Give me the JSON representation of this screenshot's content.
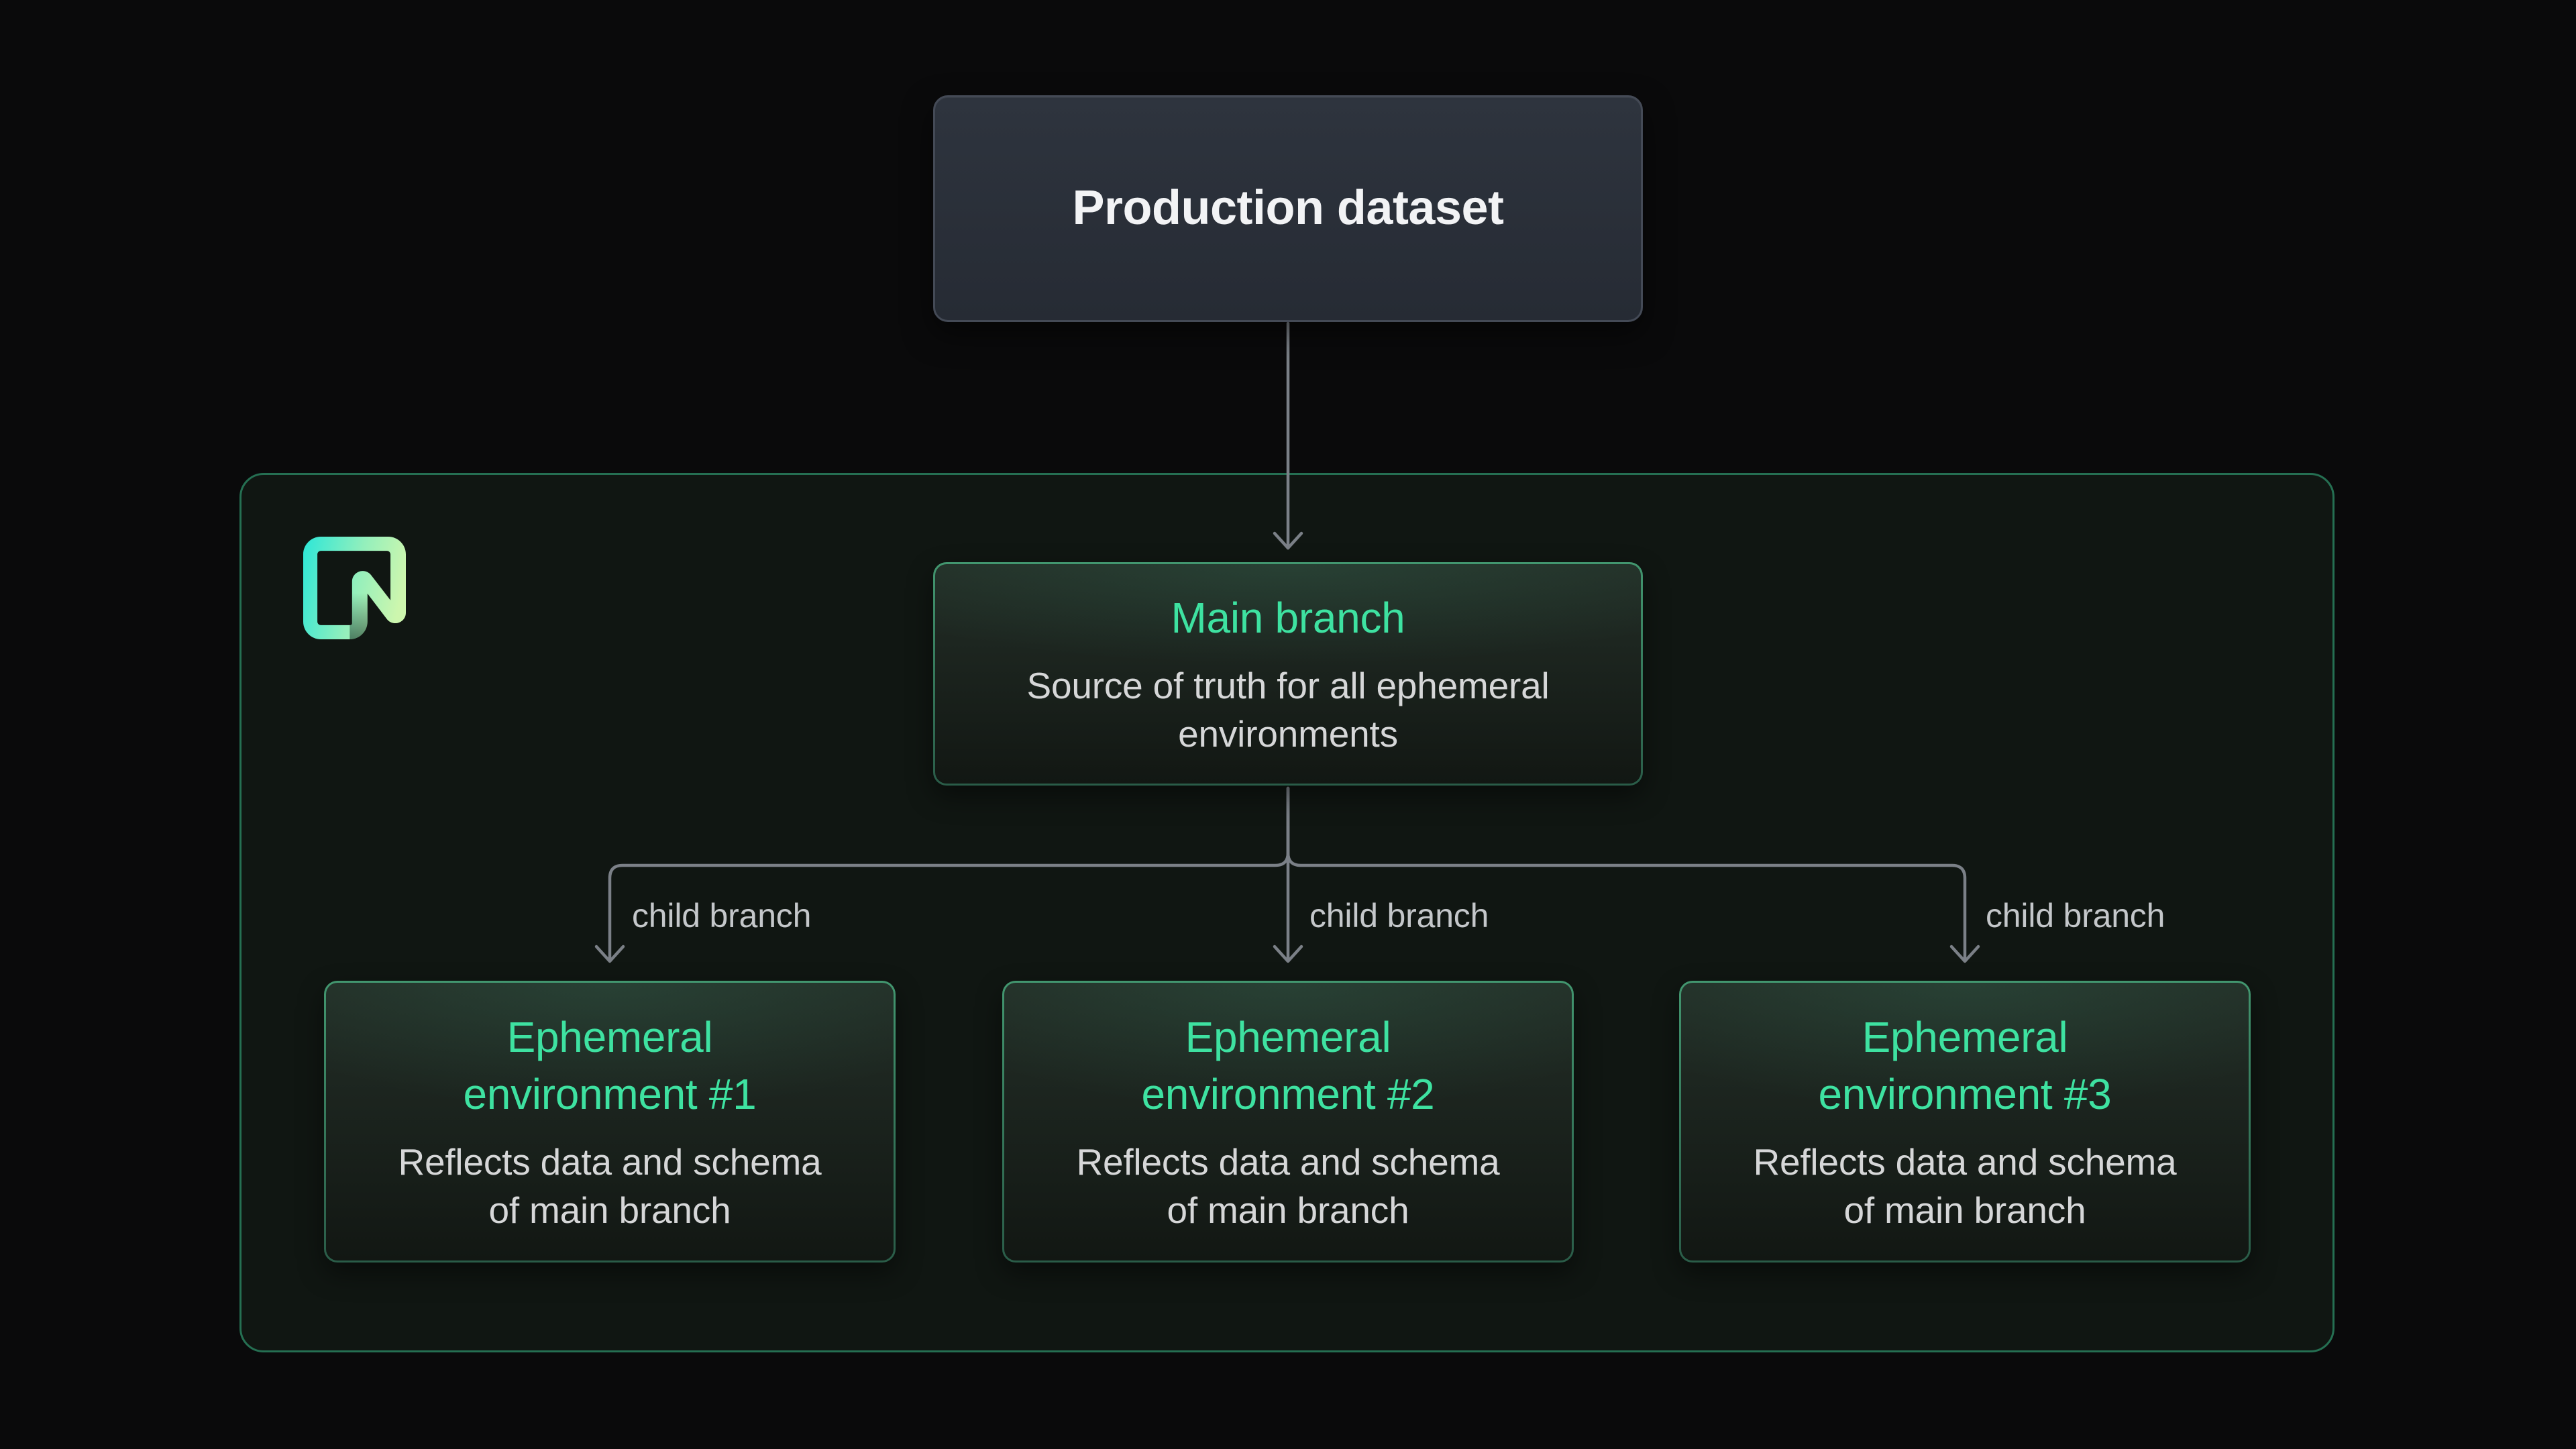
{
  "diagram": {
    "production": {
      "title": "Production dataset"
    },
    "main_branch": {
      "title": "Main branch",
      "description": "Source of truth for all ephemeral environments"
    },
    "environments": [
      {
        "title": "Ephemeral environment #1",
        "description": "Reflects data and schema of main branch"
      },
      {
        "title": "Ephemeral environment #2",
        "description": "Reflects data and schema of main branch"
      },
      {
        "title": "Ephemeral environment #3",
        "description": "Reflects data and schema of main branch"
      }
    ],
    "edge_labels": [
      "child branch",
      "child branch",
      "child branch"
    ],
    "logo": "neon-logo",
    "colors": {
      "background": "#0a0a0b",
      "container_background": "#101612",
      "container_border": "#256f52",
      "node_border_green": "#42966f",
      "accent_green_text": "#3ee2a1",
      "body_text": "#d6d7d8",
      "production_text": "#f2f3f5",
      "production_fill": "#2e343e",
      "production_border": "#444a56",
      "line_gray": "#7b8087",
      "edge_label_gray": "#c4c7ca",
      "logo_gradient_start": "#31e7d6",
      "logo_gradient_end": "#cdf6ae"
    }
  }
}
